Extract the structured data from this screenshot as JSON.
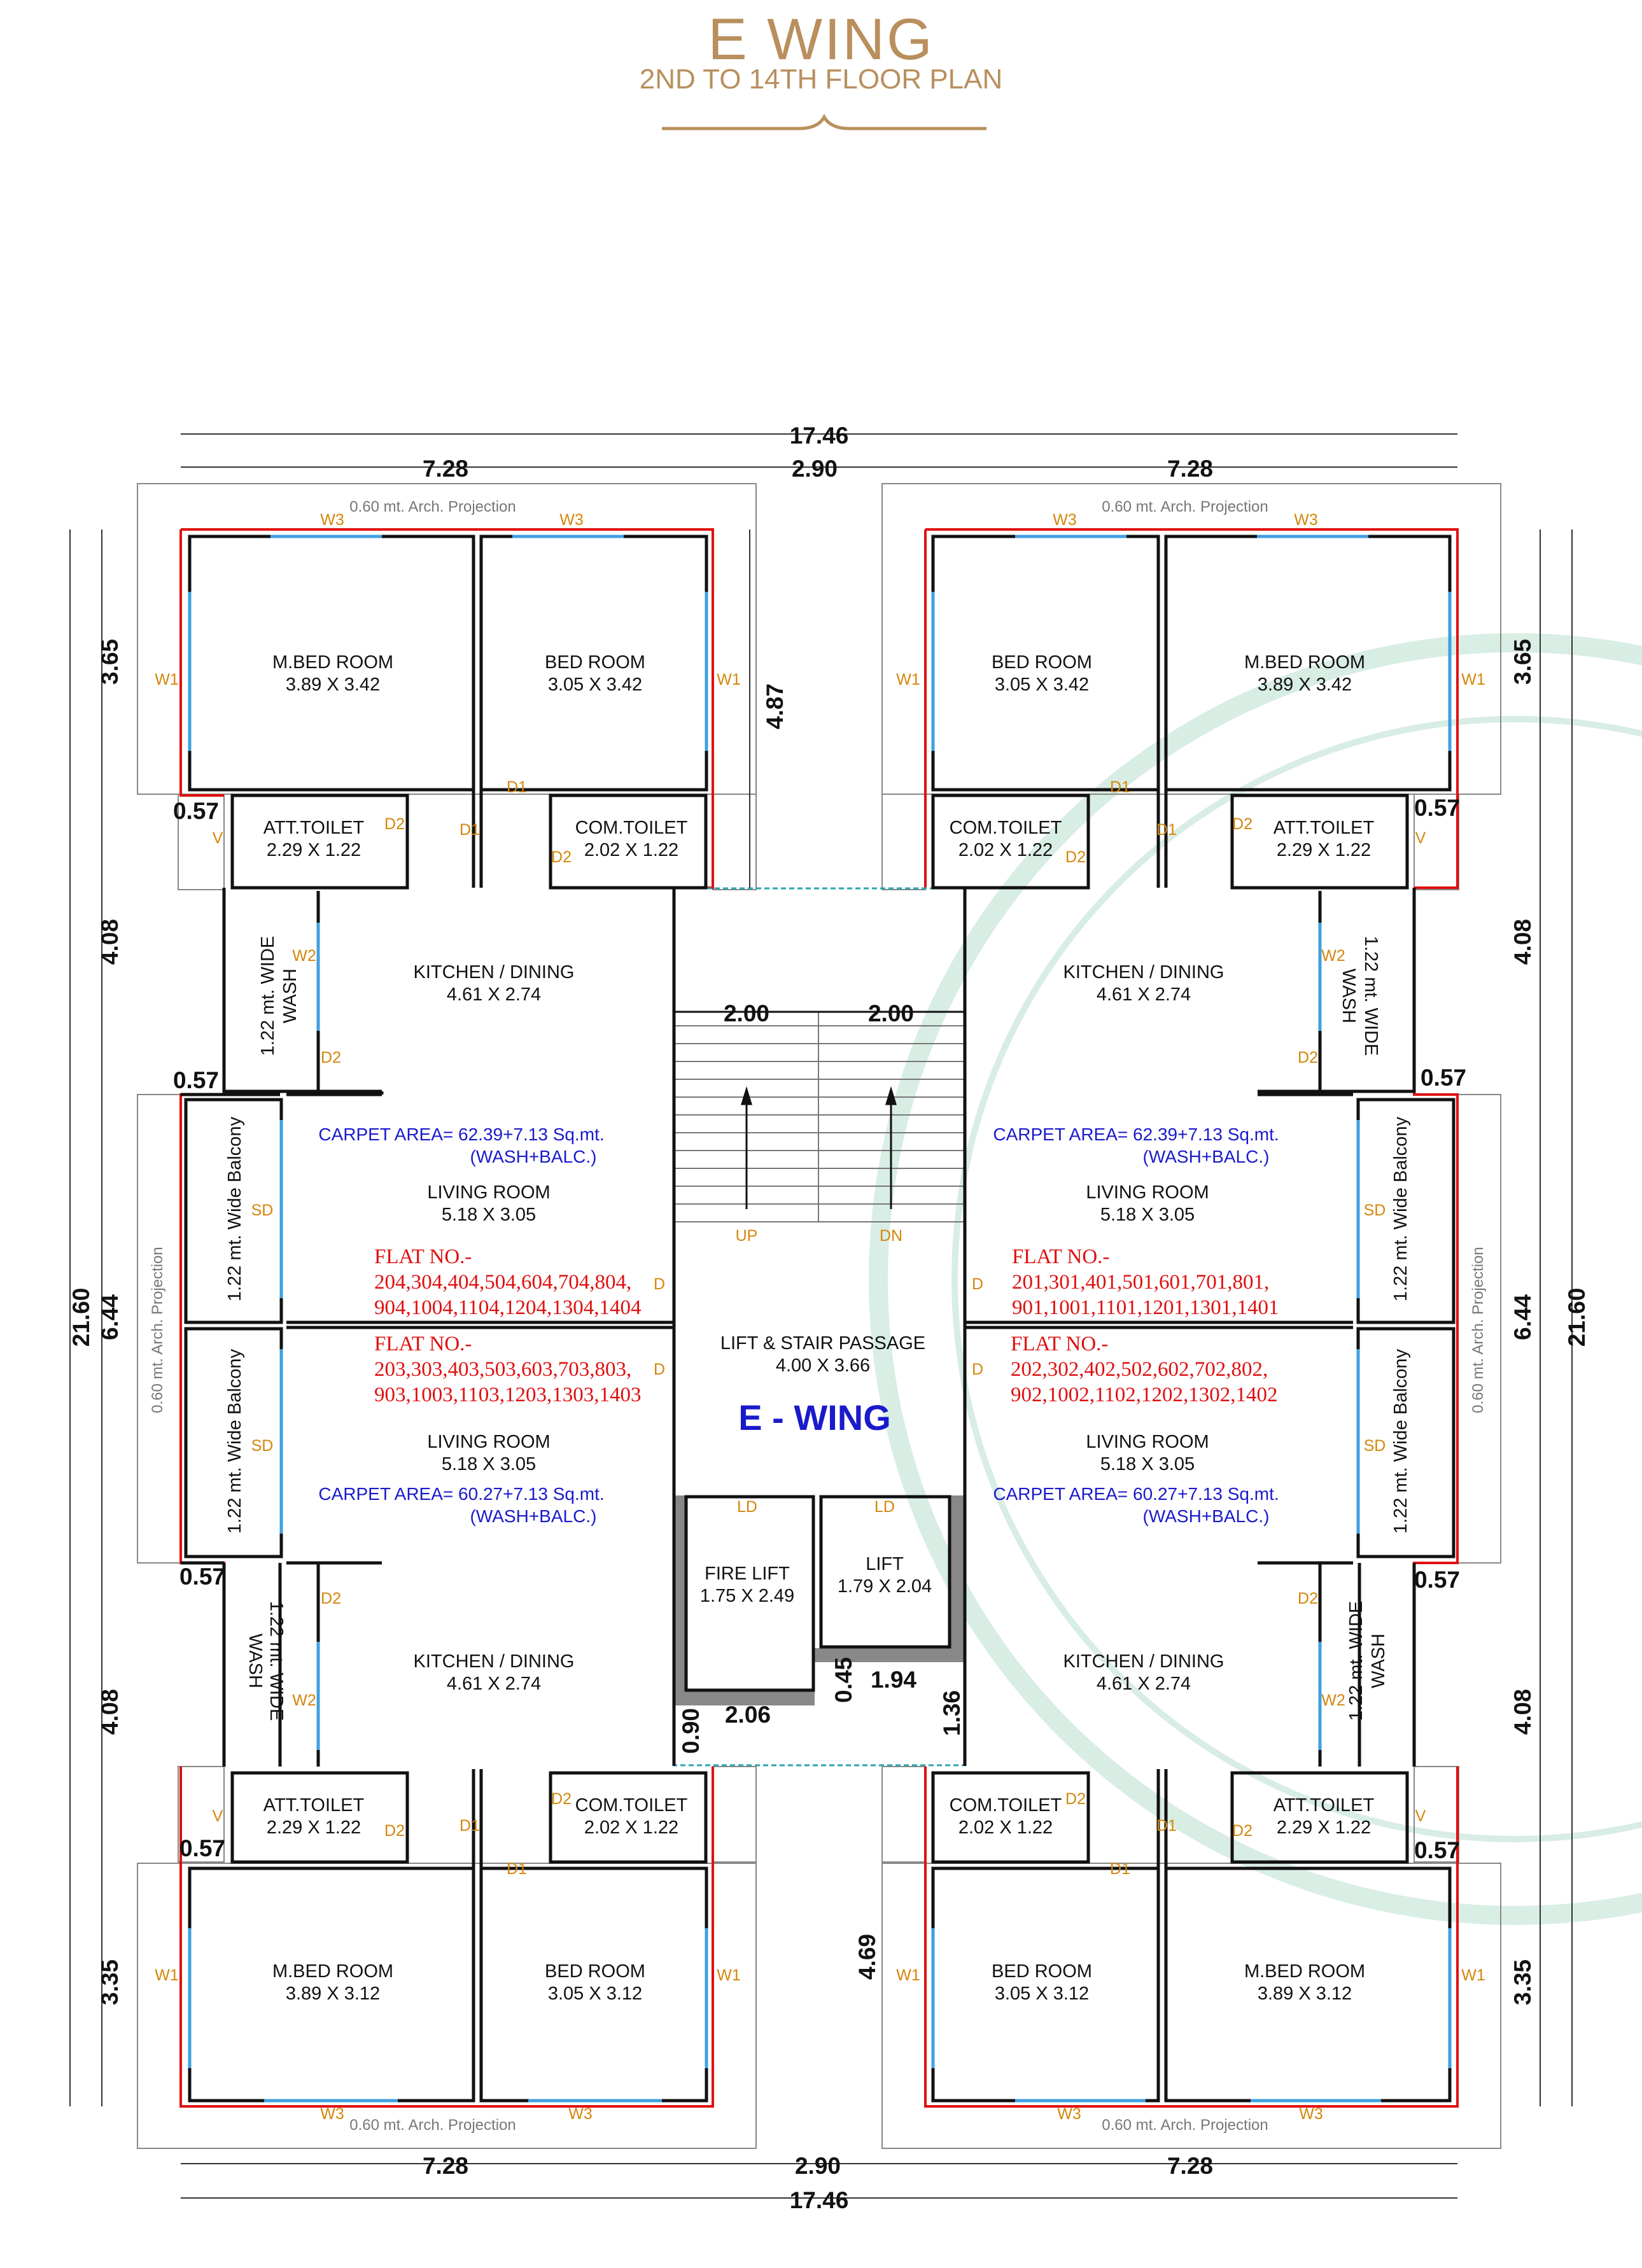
{
  "header": {
    "title": "E WING",
    "subtitle": "2ND TO 14TH FLOOR PLAN"
  },
  "wing_label": "E - WING",
  "overall_dims": {
    "width": "17.46",
    "depth": "21.60",
    "flat_width": "7.28",
    "core_width": "2.90",
    "core_depth": "4.87",
    "core_depth_bottom": "4.69"
  },
  "side_dims": {
    "bed_top": "3.65",
    "kitchen": "4.08",
    "living": "6.44",
    "bed_bottom": "3.35",
    "offset": "0.57"
  },
  "stair_dims": {
    "left": "2.00",
    "right": "2.00"
  },
  "core_dims": {
    "a": "0.45",
    "b": "1.94",
    "c": "2.06",
    "d": "0.90",
    "e": "1.36"
  },
  "projection_label": "0.60 mt. Arch. Projection",
  "rooms": {
    "m_bed_top": [
      "M.BED ROOM",
      "3.89 X 3.42"
    ],
    "bed_top": [
      "BED ROOM",
      "3.05 X 3.42"
    ],
    "m_bed_bottom": [
      "M.BED ROOM",
      "3.89 X 3.12"
    ],
    "bed_bottom": [
      "BED ROOM",
      "3.05 X 3.12"
    ],
    "att_toilet": [
      "ATT.TOILET",
      "2.29 X 1.22"
    ],
    "com_toilet": [
      "COM.TOILET",
      "2.02 X 1.22"
    ],
    "kitchen": [
      "KITCHEN / DINING",
      "4.61 X 2.74"
    ],
    "living": [
      "LIVING ROOM",
      "5.18 X 3.05"
    ],
    "lift_stair": [
      "LIFT & STAIR PASSAGE",
      "4.00 X 3.66"
    ],
    "fire_lift": [
      "FIRE LIFT",
      "1.75 X 2.49"
    ],
    "lift": [
      "LIFT",
      "1.79 X 2.04"
    ],
    "wash_a": "1.22 mt. WIDE",
    "wash_b": "WASH",
    "balcony": "1.22 mt. Wide Balcony"
  },
  "stairs": {
    "up": "UP",
    "down": "DN"
  },
  "carpet": {
    "upper": "CARPET AREA= 62.39+7.13 Sq.mt.",
    "lower": "CARPET AREA= 60.27+7.13 Sq.mt.",
    "note": "(WASH+BALC.)"
  },
  "flats": {
    "top_left": [
      "FLAT NO.-",
      "204,304,404,504,604,704,804,",
      "904,1004,1104,1204,1304,1404"
    ],
    "bottom_left": [
      "FLAT NO.-",
      "203,303,403,503,603,703,803,",
      "903,1003,1103,1203,1303,1403"
    ],
    "top_right": [
      "FLAT NO.-",
      "201,301,401,501,601,701,801,",
      "901,1001,1101,1201,1301,1401"
    ],
    "bottom_right": [
      "FLAT NO.-",
      "202,302,402,502,602,702,802,",
      "902,1002,1102,1202,1302,1402"
    ]
  },
  "openings": {
    "w1": "W1",
    "w2": "W2",
    "w3": "W3",
    "d": "D",
    "d1": "D1",
    "d2": "D2",
    "sd": "SD",
    "ld": "LD",
    "v": "V"
  },
  "colors": {
    "title": "#b98f5d",
    "flat_outline": "#e01010",
    "flat_numbers": "#e01010",
    "carpet_text": "#1a1acc",
    "window": "#3fa0e0",
    "core_outline": "#2aa6b0",
    "label": "#d4860a"
  }
}
